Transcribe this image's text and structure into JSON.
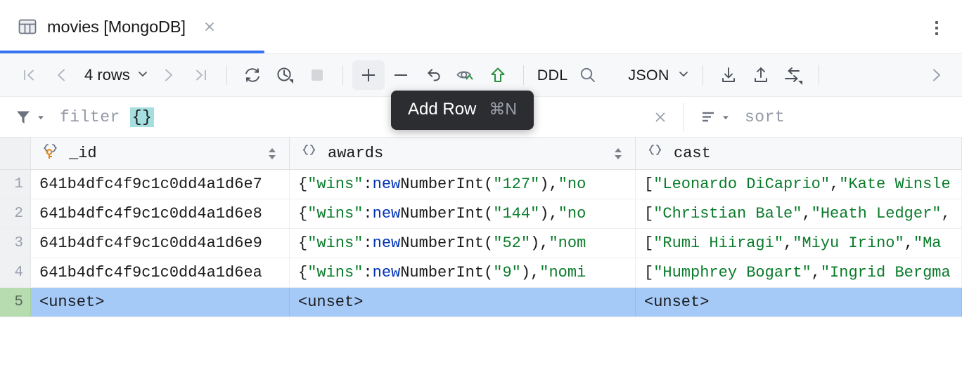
{
  "window": {
    "tab_title": "movies [MongoDB]",
    "tab_icon": "table-icon",
    "close_icon": "close-icon",
    "more_icon": "more-options-icon",
    "accent_color": "#3574F0"
  },
  "toolbar": {
    "first_page_label": "first-page",
    "prev_page_label": "previous-page",
    "rows_label": "4 rows",
    "next_page_label": "next-page",
    "last_page_label": "last-page",
    "reload_label": "reload-page",
    "history_label": "page-size-history",
    "stop_label": "cancel-running-statements",
    "add_row_label": "add-row",
    "delete_row_label": "delete-row",
    "revert_label": "revert-changes",
    "preview_label": "preview-pending-changes",
    "submit_label": "submit-changes",
    "ddl_label": "DDL",
    "search_label": "search",
    "view_format_label": "JSON",
    "import_label": "import-data",
    "export_label": "export-data",
    "transpose_label": "transpose-view",
    "overflow_label": "more-toolbar-actions"
  },
  "tooltip": {
    "visible": true,
    "text": "Add Row",
    "shortcut": "⌘N"
  },
  "filter_bar": {
    "filter_icon": "filter-icon",
    "filter_placeholder": "filter",
    "filter_value": "{}",
    "filter_value_highlight": "#A5DFDF",
    "clear_icon": "close-icon",
    "sort_icon": "sort-icon",
    "sort_placeholder": "sort"
  },
  "grid": {
    "row_number_header": "",
    "columns": [
      {
        "name": "_id",
        "type_icon": "object-key-icon",
        "is_key": true,
        "sortable": true
      },
      {
        "name": "awards",
        "type_icon": "object-icon",
        "is_key": false,
        "sortable": true
      },
      {
        "name": "cast",
        "type_icon": "object-icon",
        "is_key": false,
        "sortable": true
      }
    ],
    "rows": [
      {
        "num": "1",
        "selected": false,
        "id": "641b4dfc4f9c1c0dd4a1d6e7",
        "awards": [
          {
            "t": "{",
            "k": "pun"
          },
          {
            "t": "\"wins\"",
            "k": "str"
          },
          {
            "t": ": ",
            "k": "pun"
          },
          {
            "t": "new",
            "k": "kw"
          },
          {
            "t": " NumberInt(",
            "k": "pun"
          },
          {
            "t": "\"127\"",
            "k": "str"
          },
          {
            "t": "), ",
            "k": "pun"
          },
          {
            "t": "\"no",
            "k": "str"
          }
        ],
        "cast": [
          {
            "t": "[",
            "k": "pun"
          },
          {
            "t": "\"Leonardo DiCaprio\"",
            "k": "str"
          },
          {
            "t": ", ",
            "k": "pun"
          },
          {
            "t": "\"Kate Winsle",
            "k": "str"
          }
        ]
      },
      {
        "num": "2",
        "selected": false,
        "id": "641b4dfc4f9c1c0dd4a1d6e8",
        "awards": [
          {
            "t": "{",
            "k": "pun"
          },
          {
            "t": "\"wins\"",
            "k": "str"
          },
          {
            "t": ": ",
            "k": "pun"
          },
          {
            "t": "new",
            "k": "kw"
          },
          {
            "t": " NumberInt(",
            "k": "pun"
          },
          {
            "t": "\"144\"",
            "k": "str"
          },
          {
            "t": "), ",
            "k": "pun"
          },
          {
            "t": "\"no",
            "k": "str"
          }
        ],
        "cast": [
          {
            "t": "[",
            "k": "pun"
          },
          {
            "t": "\"Christian Bale\"",
            "k": "str"
          },
          {
            "t": ", ",
            "k": "pun"
          },
          {
            "t": "\"Heath Ledger\"",
            "k": "str"
          },
          {
            "t": ",",
            "k": "pun"
          }
        ]
      },
      {
        "num": "3",
        "selected": false,
        "id": "641b4dfc4f9c1c0dd4a1d6e9",
        "awards": [
          {
            "t": "{",
            "k": "pun"
          },
          {
            "t": "\"wins\"",
            "k": "str"
          },
          {
            "t": ": ",
            "k": "pun"
          },
          {
            "t": "new",
            "k": "kw"
          },
          {
            "t": " NumberInt(",
            "k": "pun"
          },
          {
            "t": "\"52\"",
            "k": "str"
          },
          {
            "t": "), ",
            "k": "pun"
          },
          {
            "t": "\"nom",
            "k": "str"
          }
        ],
        "cast": [
          {
            "t": "[",
            "k": "pun"
          },
          {
            "t": "\"Rumi Hiiragi\"",
            "k": "str"
          },
          {
            "t": ", ",
            "k": "pun"
          },
          {
            "t": "\"Miyu Irino\"",
            "k": "str"
          },
          {
            "t": ", ",
            "k": "pun"
          },
          {
            "t": "\"Ma",
            "k": "str"
          }
        ]
      },
      {
        "num": "4",
        "selected": false,
        "id": "641b4dfc4f9c1c0dd4a1d6ea",
        "awards": [
          {
            "t": "{",
            "k": "pun"
          },
          {
            "t": "\"wins\"",
            "k": "str"
          },
          {
            "t": ": ",
            "k": "pun"
          },
          {
            "t": "new",
            "k": "kw"
          },
          {
            "t": " NumberInt(",
            "k": "pun"
          },
          {
            "t": "\"9\"",
            "k": "str"
          },
          {
            "t": "), ",
            "k": "pun"
          },
          {
            "t": "\"nomi",
            "k": "str"
          }
        ],
        "cast": [
          {
            "t": "[",
            "k": "pun"
          },
          {
            "t": "\"Humphrey Bogart\"",
            "k": "str"
          },
          {
            "t": ", ",
            "k": "pun"
          },
          {
            "t": "\"Ingrid Bergma",
            "k": "str"
          }
        ]
      },
      {
        "num": "5",
        "selected": true,
        "id": "<unset>",
        "awards": [
          {
            "t": "<unset>",
            "k": "pun"
          }
        ],
        "cast": [
          {
            "t": "<unset>",
            "k": "pun"
          }
        ]
      }
    ]
  }
}
